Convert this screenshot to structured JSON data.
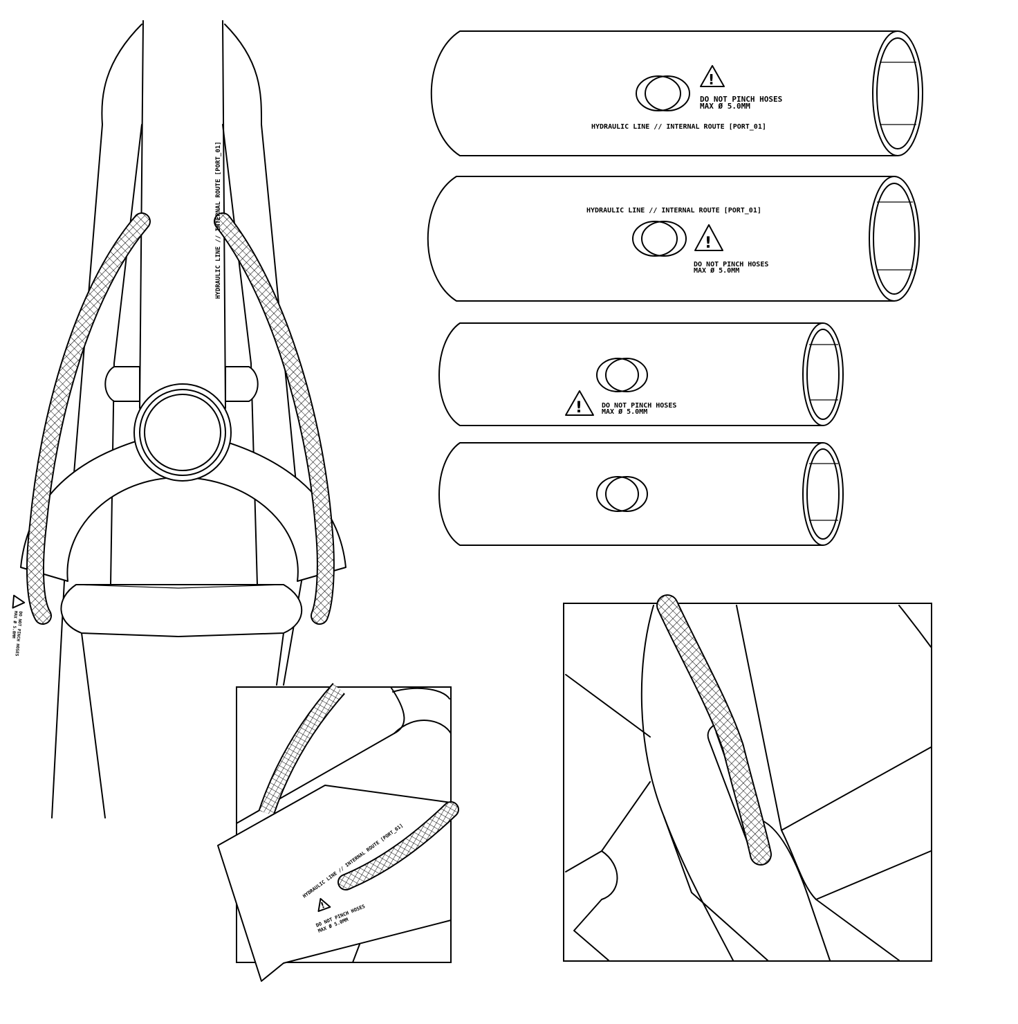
{
  "labels": {
    "route": "HYDRAULIC LINE // INTERNAL ROUTE [PORT_01]",
    "warning_line1": "DO NOT PINCH HOSES",
    "warning_line2": "MAX  Ø 5.0MM",
    "warning_glyph": "!"
  },
  "icons": {
    "warning": "warning-triangle-icon",
    "port": "cable-port-oval-icon"
  },
  "colors": {
    "line": "#000000",
    "paper": "#ffffff"
  }
}
